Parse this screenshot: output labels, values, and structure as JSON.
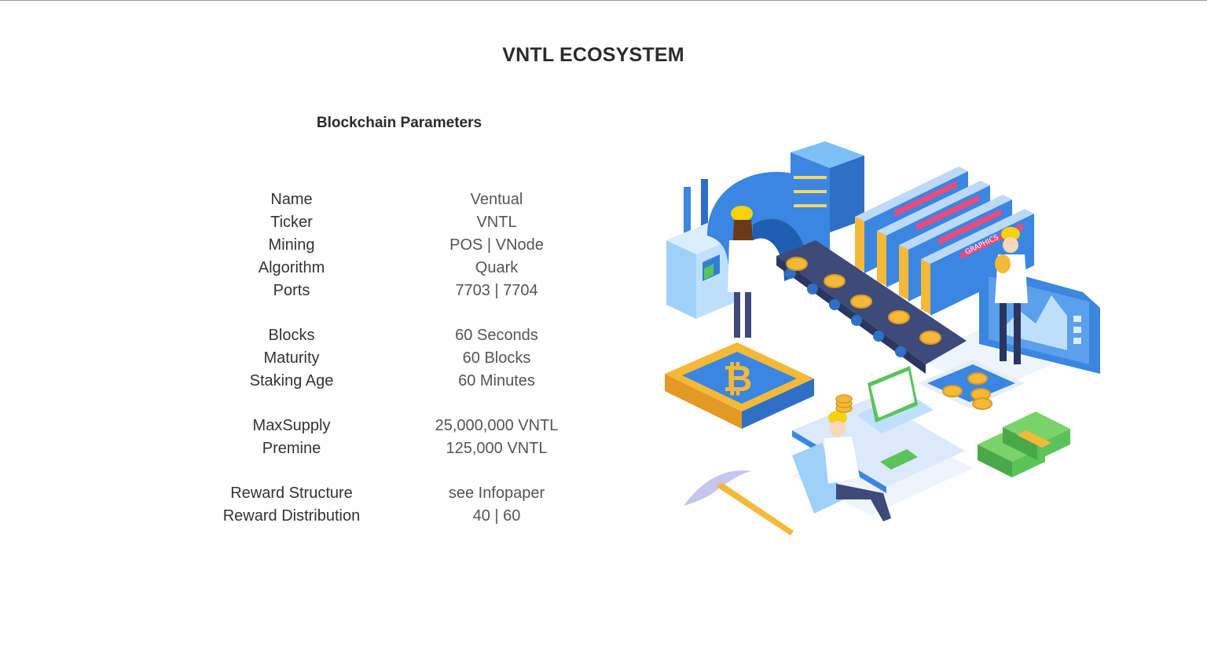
{
  "page": {
    "title": "VNTL ECOSYSTEM",
    "section_title": "Blockchain Parameters"
  },
  "parameters": [
    {
      "label": "Name",
      "value": "Ventual"
    },
    {
      "label": "Ticker",
      "value": "VNTL"
    },
    {
      "label": "Mining",
      "value": "POS | VNode"
    },
    {
      "label": "Algorithm",
      "value": "Quark"
    },
    {
      "label": "Ports",
      "value": "7703 | 7704"
    },
    {
      "label": "Blocks",
      "value": "60 Seconds"
    },
    {
      "label": "Maturity",
      "value": "60 Blocks"
    },
    {
      "label": "Staking Age",
      "value": "60 Minutes"
    },
    {
      "label": "MaxSupply",
      "value": "25,000,000 VNTL"
    },
    {
      "label": "Premine",
      "value": "125,000 VNTL"
    },
    {
      "label": "Reward Structure",
      "value": "see Infopaper"
    },
    {
      "label": "Reward Distribution",
      "value": "40 | 60"
    }
  ],
  "illustration": {
    "name": "crypto-mining-illustration",
    "gpu_card_label": "GRAPHICS",
    "coin_symbol": "₿",
    "colors": {
      "primary_blue": "#3a86e0",
      "light_blue": "#bfe0fb",
      "dark_navy": "#3d4a7a",
      "coin_gold": "#f5b93a",
      "money_green": "#5ac35a",
      "label_pink": "#e94b7b"
    }
  }
}
